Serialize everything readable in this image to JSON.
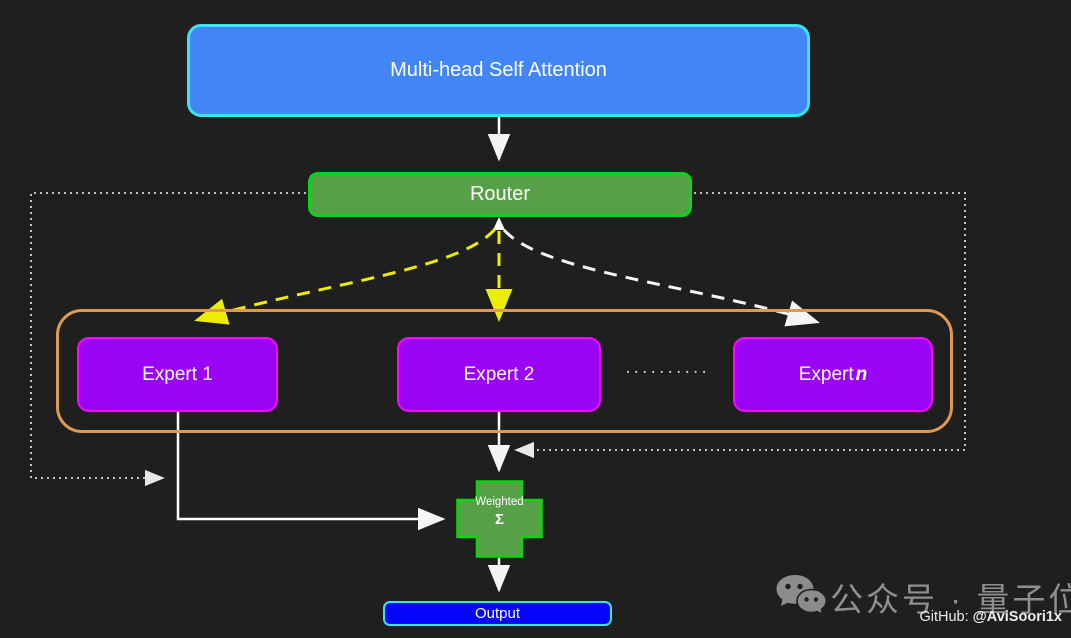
{
  "diagram": {
    "attention": {
      "label": "Multi-head Self Attention"
    },
    "router": {
      "label": "Router"
    },
    "experts": {
      "expert1": {
        "label": "Expert 1"
      },
      "expert2": {
        "label": "Expert 2"
      },
      "expertN": {
        "prefix": "Expert",
        "suffix": "n"
      },
      "ellipsis_dots": "▪▪▪▪▪▪▪▪▪▪"
    },
    "aggregator": {
      "line1": "Weighted",
      "line2": "Σ"
    },
    "output": {
      "label": "Output"
    }
  },
  "watermark": {
    "wechat_text": "公众号 · 量子位",
    "github_prefix": "GitHub: ",
    "github_handle": "@AviSoori1x"
  },
  "colors": {
    "background": "#1f1f1f",
    "attention_fill": "#4285f4",
    "attention_border": "#3be4ee",
    "router_fill": "#58a047",
    "router_border": "#08d51d",
    "expert_fill": "#9a05f5",
    "expert_border": "#f50cf5",
    "experts_container_border": "#df9a51",
    "aggregator_fill": "#58a047",
    "aggregator_border": "#0ed60e",
    "output_fill": "#0505fa",
    "output_border": "#3be4ee",
    "arrow_white": "#f5f5f5",
    "arrow_yellow": "#ecec05",
    "dotted_line": "#d9d9d9"
  }
}
